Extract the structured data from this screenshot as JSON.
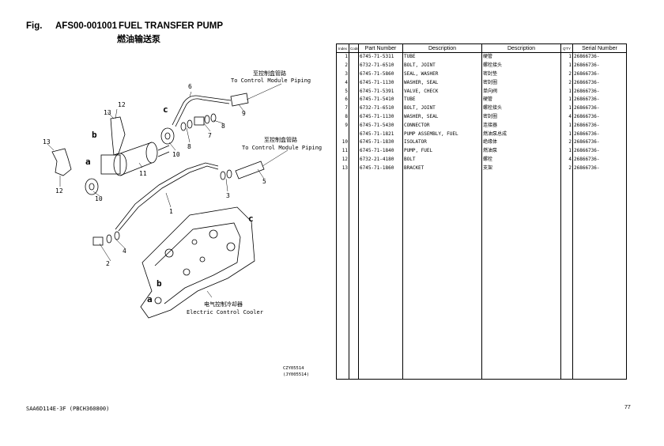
{
  "header": {
    "fig_label": "Fig.",
    "fig_code": "AFS00-001001",
    "title": "FUEL TRANSFER PUMP",
    "title_cn": "燃油输送泵"
  },
  "diagram": {
    "labels": {
      "to_control_cn_1": "至控制盒管路",
      "to_control_en_1": "To Control Module Piping",
      "to_control_cn_2": "至控制盒管路",
      "to_control_en_2": "To Control Module Piping",
      "cooler_cn": "电气控制冷却器",
      "cooler_en": "Electric Control Cooler"
    },
    "callouts": [
      "1",
      "2",
      "3",
      "4",
      "5",
      "6",
      "7",
      "8",
      "8",
      "9",
      "10",
      "10",
      "11",
      "12",
      "12",
      "13",
      "13"
    ],
    "letters": [
      "a",
      "a",
      "b",
      "b",
      "c",
      "c"
    ]
  },
  "table": {
    "headers": {
      "index": "Index",
      "code": "Code",
      "part_number": "Part Number",
      "desc_en": "Description",
      "desc_cn": "Description",
      "qty": "Q'TY",
      "serial": "Serial Number"
    },
    "rows": [
      {
        "index": "1",
        "code": "",
        "part": "6745-71-5311",
        "desc": "TUBE",
        "cn": "硬管",
        "qty": "1",
        "serial": "26866736-"
      },
      {
        "index": "2",
        "code": "",
        "part": "6732-71-6510",
        "desc": "BOLT, JOINT",
        "cn": "螺栓接头",
        "qty": "1",
        "serial": "26866736-"
      },
      {
        "index": "3",
        "code": "",
        "part": "6745-71-5860",
        "desc": "SEAL, WASHER",
        "cn": "密封垫",
        "qty": "2",
        "serial": "26866736-"
      },
      {
        "index": "4",
        "code": "",
        "part": "6745-71-1130",
        "desc": "WASHER, SEAL",
        "cn": "密封圈",
        "qty": "2",
        "serial": "26866736-"
      },
      {
        "index": "5",
        "code": "",
        "part": "6745-71-5391",
        "desc": "VALVE, CHECK",
        "cn": "单向阀",
        "qty": "1",
        "serial": "26866736-"
      },
      {
        "index": "6",
        "code": "",
        "part": "6745-71-5410",
        "desc": "TUBE",
        "cn": "硬管",
        "qty": "1",
        "serial": "26866736-"
      },
      {
        "index": "7",
        "code": "",
        "part": "6732-71-6510",
        "desc": "BOLT, JOINT",
        "cn": "螺栓接头",
        "qty": "1",
        "serial": "26866736-"
      },
      {
        "index": "8",
        "code": "",
        "part": "6745-71-1130",
        "desc": "WASHER, SEAL",
        "cn": "密封圈",
        "qty": "4",
        "serial": "26866736-"
      },
      {
        "index": "9",
        "code": "",
        "part": "6745-71-5430",
        "desc": "CONNECTOR",
        "cn": "连接器",
        "qty": "1",
        "serial": "26866736-"
      },
      {
        "index": "",
        "code": "",
        "part": "6745-71-1821",
        "desc": "PUMP ASSEMBLY, FUEL",
        "cn": "燃油泵总成",
        "qty": "1",
        "serial": "26866736-"
      },
      {
        "index": "10",
        "code": "",
        "part": "6745-71-1830",
        "desc": " ISOLATOR",
        "cn": "绝缘体",
        "qty": "2",
        "serial": "26866736-"
      },
      {
        "index": "11",
        "code": "",
        "part": "6745-71-1840",
        "desc": " PUMP, FUEL",
        "cn": "燃油泵",
        "qty": "1",
        "serial": "26866736-"
      },
      {
        "index": "12",
        "code": "",
        "part": "6732-21-4180",
        "desc": "BOLT",
        "cn": "螺栓",
        "qty": "4",
        "serial": "26866736-"
      },
      {
        "index": "13",
        "code": "",
        "part": "6745-71-1860",
        "desc": "BRACKET",
        "cn": "支架",
        "qty": "2",
        "serial": "26866736-"
      }
    ]
  },
  "drawing_ref": {
    "line1": "CZY05514",
    "line2": "(JY005514)"
  },
  "footer": {
    "model": "SAA6D114E-3F  (PBCH360800)",
    "page": "77"
  }
}
